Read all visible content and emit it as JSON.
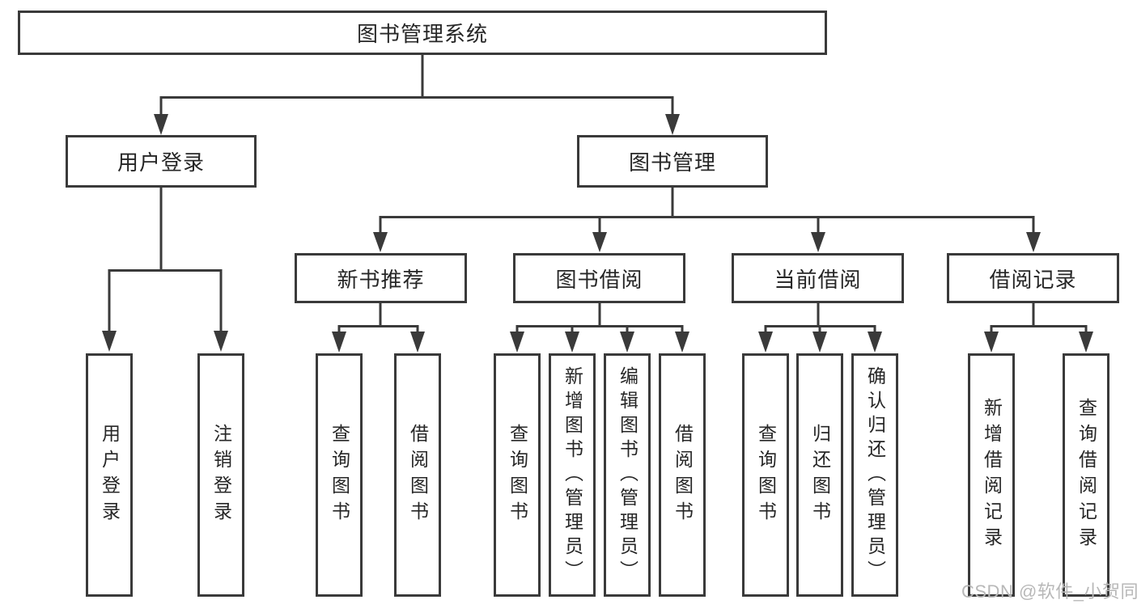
{
  "nodes": {
    "root": "图书管理系统",
    "user_login": "用户登录",
    "book_mgmt": "图书管理",
    "new_books": "新书推荐",
    "book_borrow": "图书借阅",
    "current_borrow": "当前借阅",
    "borrow_records": "借阅记录",
    "leaves": {
      "user_login_leaf": "用户登录",
      "logout": "注销登录",
      "nb_query": "查询图书",
      "nb_borrow": "借阅图书",
      "bb_query": "查询图书",
      "bb_add": "新增图书（管理员）",
      "bb_edit": "编辑图书（管理员）",
      "bb_borrow": "借阅图书",
      "cb_query": "查询图书",
      "cb_return": "归还图书",
      "cb_confirm": "确认归还（管理员）",
      "br_add": "新增借阅记录",
      "br_query": "查询借阅记录"
    }
  },
  "watermark": "CSDN @软件_小贺同学",
  "colors": {
    "line": "#3a3a3a",
    "text": "#262626",
    "watermark": "#b8b8b8",
    "background": "#ffffff"
  }
}
